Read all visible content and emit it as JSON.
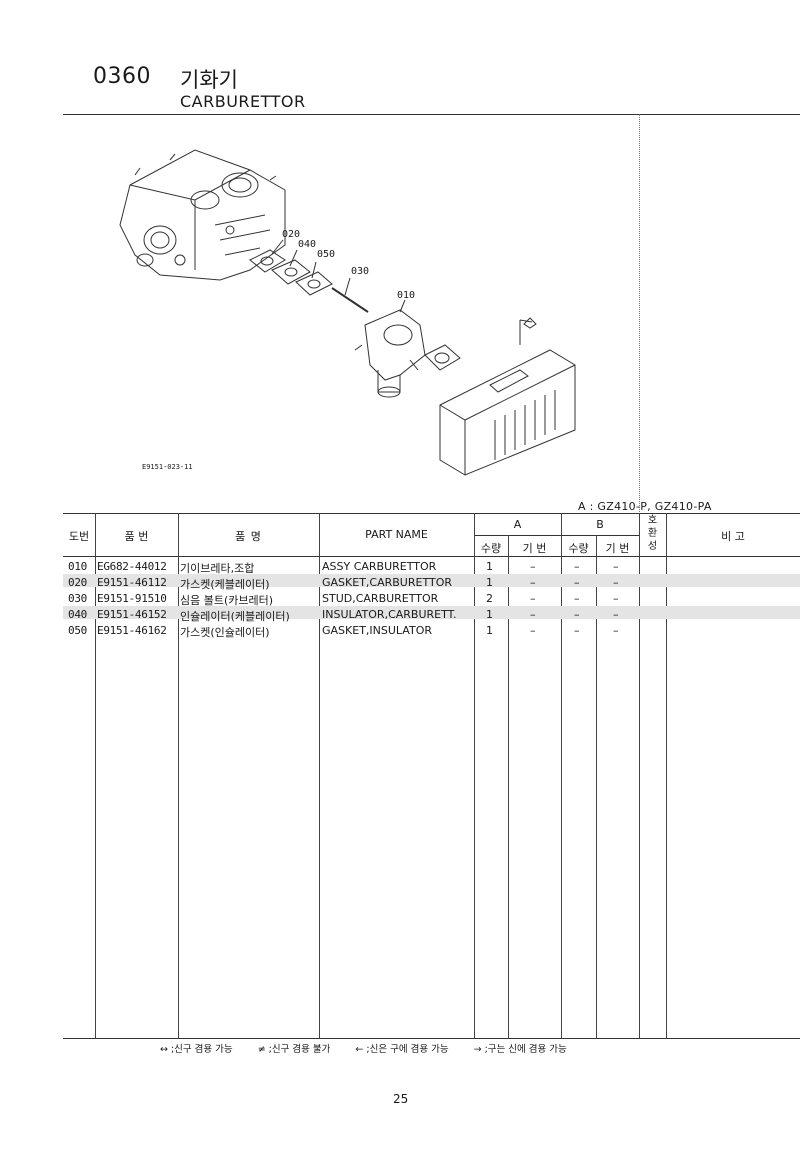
{
  "header": {
    "code": "0360",
    "title_kr": "기화기",
    "title_en": "CARBURETTOR"
  },
  "diagram": {
    "callouts": [
      "020",
      "040",
      "050",
      "030",
      "010"
    ],
    "ref": "E9151-023-11"
  },
  "models_note": "A : GZ410-P, GZ410-PA",
  "table": {
    "headers": {
      "no": "도번",
      "part_no": "품 번",
      "name_kr": "품 명",
      "part_name": "PART NAME",
      "group_a": "A",
      "group_b": "B",
      "qty": "수량",
      "serial": "기 번",
      "interchange": "호\n환\n성",
      "remarks": "비 고"
    },
    "rows": [
      {
        "no": "010",
        "part_no": "EG682-44012",
        "name_kr": "기이브레타,조합",
        "name_en": "ASSY CARBURETTOR",
        "qty_a": "1",
        "sn_a": "–",
        "qty_b": "–",
        "sn_b": "–"
      },
      {
        "no": "020",
        "part_no": "E9151-46112",
        "name_kr": "가스켓(케블레이터)",
        "name_en": "GASKET,CARBURETTOR",
        "qty_a": "1",
        "sn_a": "–",
        "qty_b": "–",
        "sn_b": "–"
      },
      {
        "no": "030",
        "part_no": "E9151-91510",
        "name_kr": "심음 볼트(카브레터)",
        "name_en": "STUD,CARBURETTOR",
        "qty_a": "2",
        "sn_a": "–",
        "qty_b": "–",
        "sn_b": "–"
      },
      {
        "no": "040",
        "part_no": "E9151-46152",
        "name_kr": "인슐레이터(케블레이터)",
        "name_en": "INSULATOR,CARBURETT.",
        "qty_a": "1",
        "sn_a": "–",
        "qty_b": "–",
        "sn_b": "–"
      },
      {
        "no": "050",
        "part_no": "E9151-46162",
        "name_kr": "가스켓(인슐레이터)",
        "name_en": "GASKET,INSULATOR",
        "qty_a": "1",
        "sn_a": "–",
        "qty_b": "–",
        "sn_b": "–"
      }
    ]
  },
  "footer": {
    "legend": [
      "↔ ;신구 겸용 가능",
      "≠ ;신구 겸용 불가",
      "← ;신은 구에 겸용 가능",
      "→ ;구는 신에 겸용 가능"
    ]
  },
  "page_number": "25"
}
